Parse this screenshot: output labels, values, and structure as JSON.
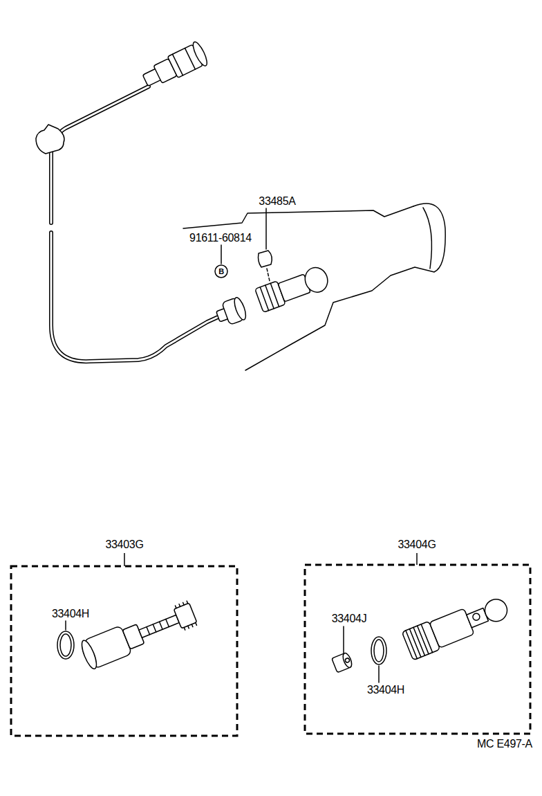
{
  "diagram": {
    "nodes": [
      {
        "text": [
          "B"
        ]
      },
      {
        "text": [
          "33403G"
        ]
      },
      {
        "text": [
          "33404G"
        ]
      }
    ],
    "labels": [
      "33485A",
      "91611-60814",
      "33404H",
      "33404J",
      "33404H",
      "MC E497-A"
    ]
  }
}
